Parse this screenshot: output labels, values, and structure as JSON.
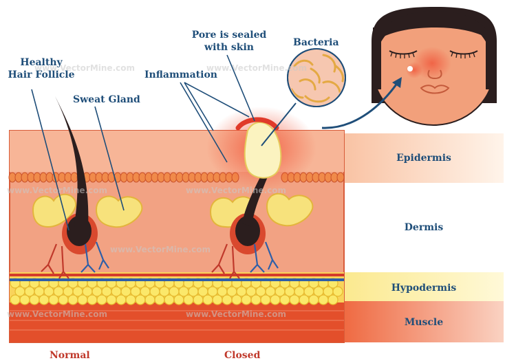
{
  "labels": {
    "healthy_hair_follicle": "Healthy\nHair Follicle",
    "sweat_gland": "Sweat Gland",
    "inflammation": "Inflammation",
    "pore_sealed": "Pore is sealed\nwith skin",
    "bacteria": "Bacteria"
  },
  "layers": {
    "epidermis": "Epidermis",
    "dermis": "Dermis",
    "hypodermis": "Hypodermis",
    "muscle": "Muscle"
  },
  "captions": {
    "normal": "Normal",
    "closed": "Closed"
  },
  "watermark": "www.VectorMine.com",
  "colors": {
    "label_blue": "#1f4e79",
    "caption_red": "#c0392b",
    "epidermis": "#f6a47f",
    "dermis": "#f2a686",
    "fat": "#f5e04a",
    "muscle": "#e8512f",
    "skin_face": "#f2a07b",
    "hair": "#2b1e1e"
  }
}
